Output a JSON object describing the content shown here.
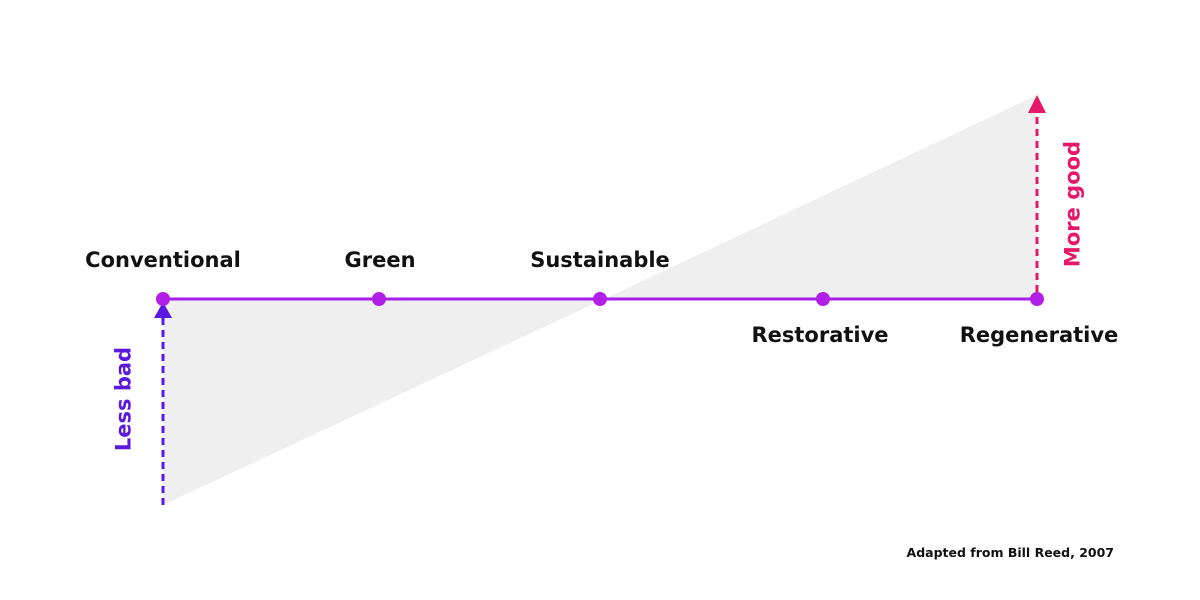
{
  "stages": [
    {
      "id": "conventional",
      "label": "Conventional"
    },
    {
      "id": "green",
      "label": "Green"
    },
    {
      "id": "sustainable",
      "label": "Sustainable"
    },
    {
      "id": "restorative",
      "label": "Restorative"
    },
    {
      "id": "regenerative",
      "label": "Regenerative"
    }
  ],
  "axes": {
    "less_bad": "Less bad",
    "more_good": "More good"
  },
  "credit": "Adapted from Bill Reed, 2007",
  "colors": {
    "main_line": "#a51fe6",
    "stage_dot": "#b01ee8",
    "less_bad": "#5b18e0",
    "more_good": "#e6186a",
    "wedge": "#efefef",
    "text": "#111111"
  }
}
